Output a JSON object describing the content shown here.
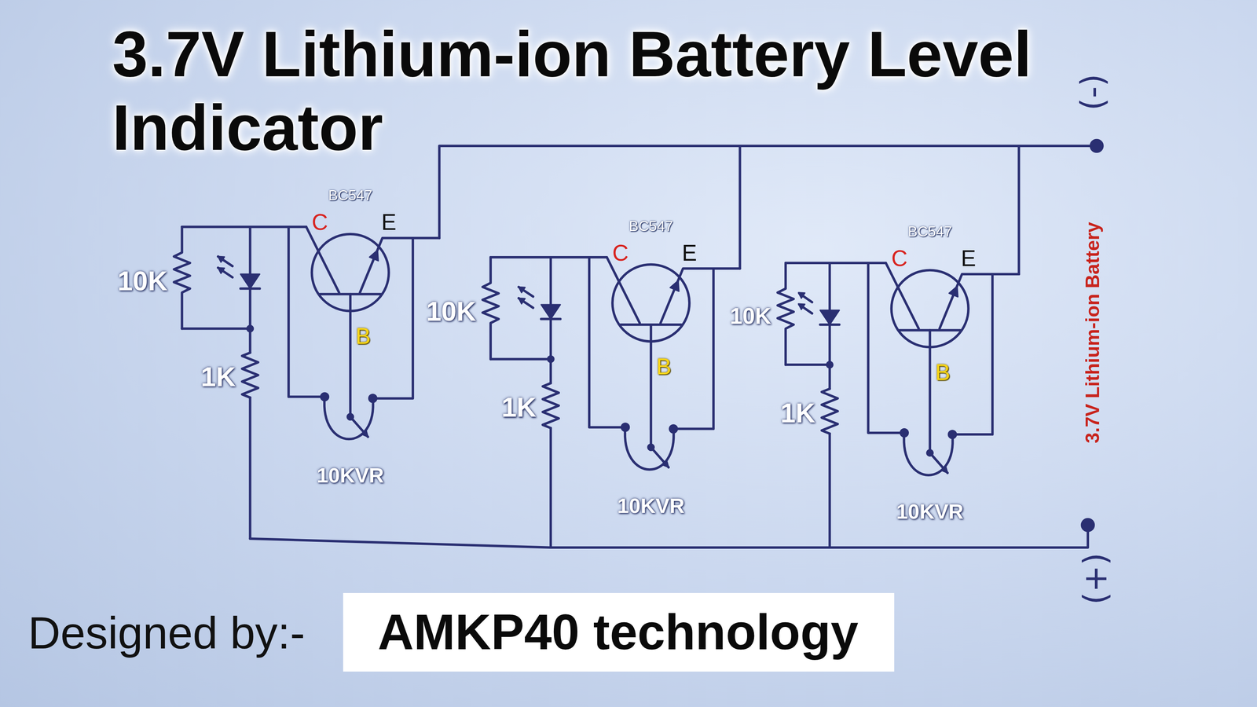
{
  "diagram": {
    "title": "3.7V Lithium-ion Battery Level Indicator",
    "nodes": [
      {
        "text": [
          "AMKP40 technology"
        ]
      }
    ],
    "labels": [
      "BC547",
      "C",
      "E",
      "10K",
      "B",
      "1K",
      "10KVR",
      "BC547",
      "C",
      "E",
      "10K",
      "B",
      "1K",
      "10KVR",
      "BC547",
      "C",
      "E",
      "10K",
      "B",
      "1K",
      "10KVR",
      "(-)",
      "3.7V Lithium-ion Battery",
      "(+)",
      "Designed by:-"
    ]
  }
}
